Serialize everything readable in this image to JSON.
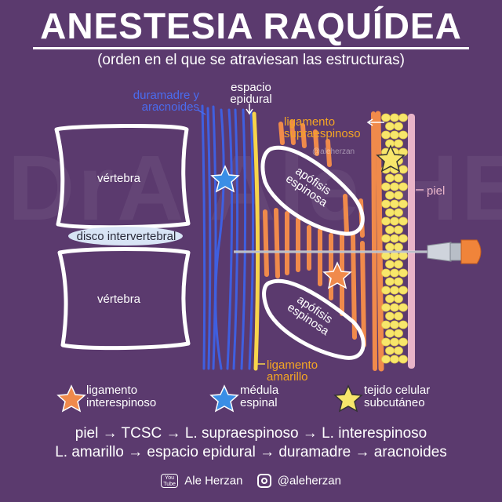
{
  "title": "ANESTESIA RAQUÍDEA",
  "subtitle": "(orden en el que se atraviesan las estructuras)",
  "watermark": "DrA Ale HERZAN",
  "handle_watermark": "@aleherzan",
  "labels": {
    "duramadre": "duramadre y\naracnoides",
    "espacio_epidural": "espacio\nepidural",
    "ligamento_supraespinoso": "ligamento\nsupraespinoso",
    "piel": "piel",
    "vertebra_top": "vértebra",
    "vertebra_bottom": "vértebra",
    "disco": "disco intervertebral",
    "apofisis_top": "apófisis\nespinosa",
    "apofisis_bottom": "apófisis\nespinosa",
    "ligamento_amarillo": "ligamento\namarillo"
  },
  "legend": [
    {
      "label": "ligamento\ninterespinoso",
      "color": "#f08a4b"
    },
    {
      "label": "médula\nespinal",
      "color": "#3a8ee6"
    },
    {
      "label": "tejido celular\nsubcutáneo",
      "color": "#f7e66b"
    }
  ],
  "sequence": {
    "line1": "piel → TCSC → L. supraespinoso → L. interespinoso",
    "line2": "L. amarillo → espacio epidural → duramadre → aracnoides"
  },
  "footer": {
    "youtube_icon": "You Tube",
    "name": "Ale Herzan",
    "handle": "@aleherzan"
  },
  "colors": {
    "background": "#5b3a6e",
    "dura": "#3f5fe0",
    "medula": "#3a8ee6",
    "amarillo": "#f7d44a",
    "interespinoso": "#f08a4b",
    "tcsc": "#f7e66b",
    "piel": "#e8b4c8"
  }
}
